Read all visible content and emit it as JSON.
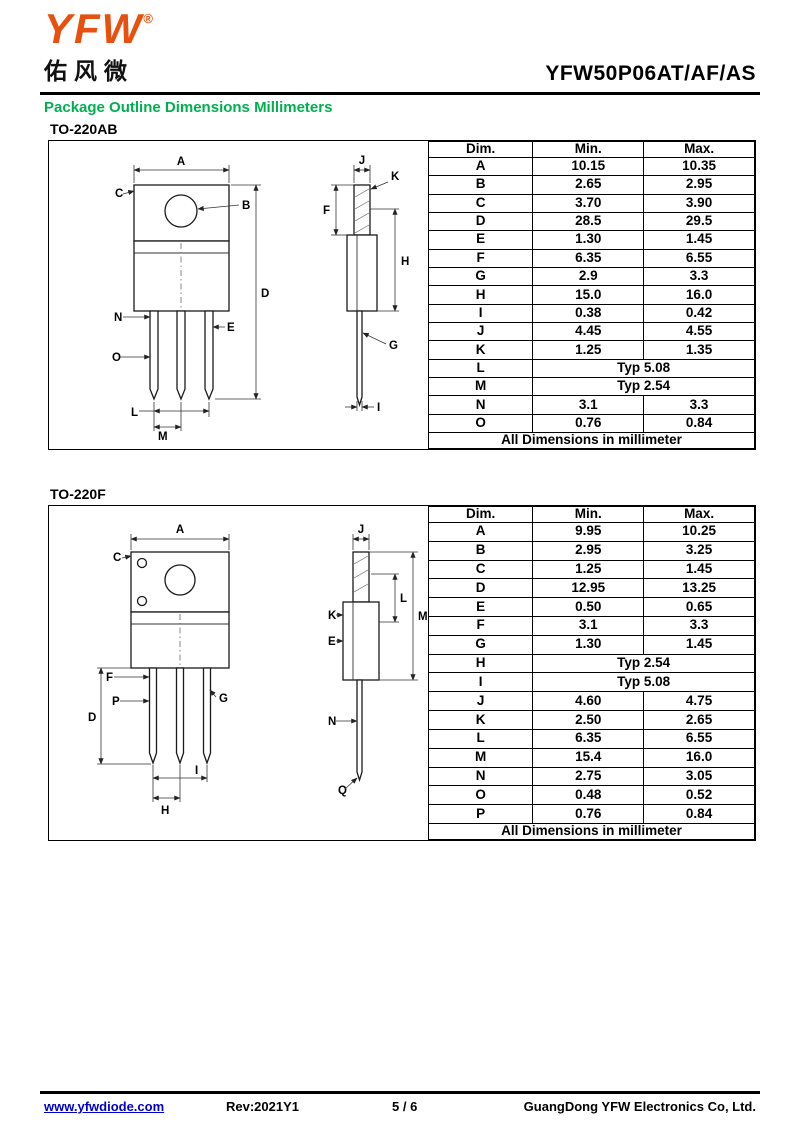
{
  "header": {
    "logo": {
      "text": "YFW",
      "registered": "®",
      "chinese": "佑风微"
    },
    "part_number": "YFW50P06AT/AF/AS",
    "page_heading": "Package Outline Dimensions Millimeters"
  },
  "sections": [
    {
      "name": "TO-220AB",
      "table": {
        "headers": [
          "Dim.",
          "Min.",
          "Max."
        ],
        "rows": [
          {
            "dim": "A",
            "min": "10.15",
            "max": "10.35"
          },
          {
            "dim": "B",
            "min": "2.65",
            "max": "2.95"
          },
          {
            "dim": "C",
            "min": "3.70",
            "max": "3.90"
          },
          {
            "dim": "D",
            "min": "28.5",
            "max": "29.5"
          },
          {
            "dim": "E",
            "min": "1.30",
            "max": "1.45"
          },
          {
            "dim": "F",
            "min": "6.35",
            "max": "6.55"
          },
          {
            "dim": "G",
            "min": "2.9",
            "max": "3.3"
          },
          {
            "dim": "H",
            "min": "15.0",
            "max": "16.0"
          },
          {
            "dim": "I",
            "min": "0.38",
            "max": "0.42"
          },
          {
            "dim": "J",
            "min": "4.45",
            "max": "4.55"
          },
          {
            "dim": "K",
            "min": "1.25",
            "max": "1.35"
          },
          {
            "dim": "L",
            "typ": "Typ 5.08"
          },
          {
            "dim": "M",
            "typ": "Typ 2.54"
          },
          {
            "dim": "N",
            "min": "3.1",
            "max": "3.3"
          },
          {
            "dim": "O",
            "min": "0.76",
            "max": "0.84"
          }
        ],
        "footer": "All Dimensions in millimeter"
      }
    },
    {
      "name": "TO-220F",
      "table": {
        "headers": [
          "Dim.",
          "Min.",
          "Max."
        ],
        "rows": [
          {
            "dim": "A",
            "min": "9.95",
            "max": "10.25"
          },
          {
            "dim": "B",
            "min": "2.95",
            "max": "3.25"
          },
          {
            "dim": "C",
            "min": "1.25",
            "max": "1.45"
          },
          {
            "dim": "D",
            "min": "12.95",
            "max": "13.25"
          },
          {
            "dim": "E",
            "min": "0.50",
            "max": "0.65"
          },
          {
            "dim": "F",
            "min": "3.1",
            "max": "3.3"
          },
          {
            "dim": "G",
            "min": "1.30",
            "max": "1.45"
          },
          {
            "dim": "H",
            "typ": "Typ 2.54"
          },
          {
            "dim": "I",
            "typ": "Typ 5.08"
          },
          {
            "dim": "J",
            "min": "4.60",
            "max": "4.75"
          },
          {
            "dim": "K",
            "min": "2.50",
            "max": "2.65"
          },
          {
            "dim": "L",
            "min": "6.35",
            "max": "6.55"
          },
          {
            "dim": "M",
            "min": "15.4",
            "max": "16.0"
          },
          {
            "dim": "N",
            "min": "2.75",
            "max": "3.05"
          },
          {
            "dim": "O",
            "min": "0.48",
            "max": "0.52"
          },
          {
            "dim": "P",
            "min": "0.76",
            "max": "0.84"
          }
        ],
        "footer": "All Dimensions in millimeter"
      }
    }
  ],
  "drawings": {
    "to220ab_front": {
      "labels": {
        "A": "A",
        "B": "B",
        "C": "C",
        "D": "D",
        "E": "E",
        "L": "L",
        "M": "M",
        "N": "N",
        "O": "O"
      }
    },
    "to220ab_side": {
      "labels": {
        "F": "F",
        "G": "G",
        "H": "H",
        "I": "I",
        "J": "J",
        "K": "K"
      }
    },
    "to220f_front": {
      "labels": {
        "A": "A",
        "C": "C",
        "D": "D",
        "F": "F",
        "G": "G",
        "H": "H",
        "I": "I",
        "P": "P"
      }
    },
    "to220f_side": {
      "labels": {
        "E": "E",
        "J": "J",
        "K": "K",
        "L": "L",
        "M": "M",
        "N": "N",
        "Q": "Q"
      }
    }
  },
  "footer": {
    "website": "www.yfwdiode.com",
    "revision": "Rev:2021Y1",
    "page_number": "5 / 6",
    "company": "GuangDong YFW Electronics Co, Ltd."
  },
  "colors": {
    "accent_green": "#00B050",
    "logo_orange": "#E8500F",
    "link_blue": "#0000CC"
  }
}
